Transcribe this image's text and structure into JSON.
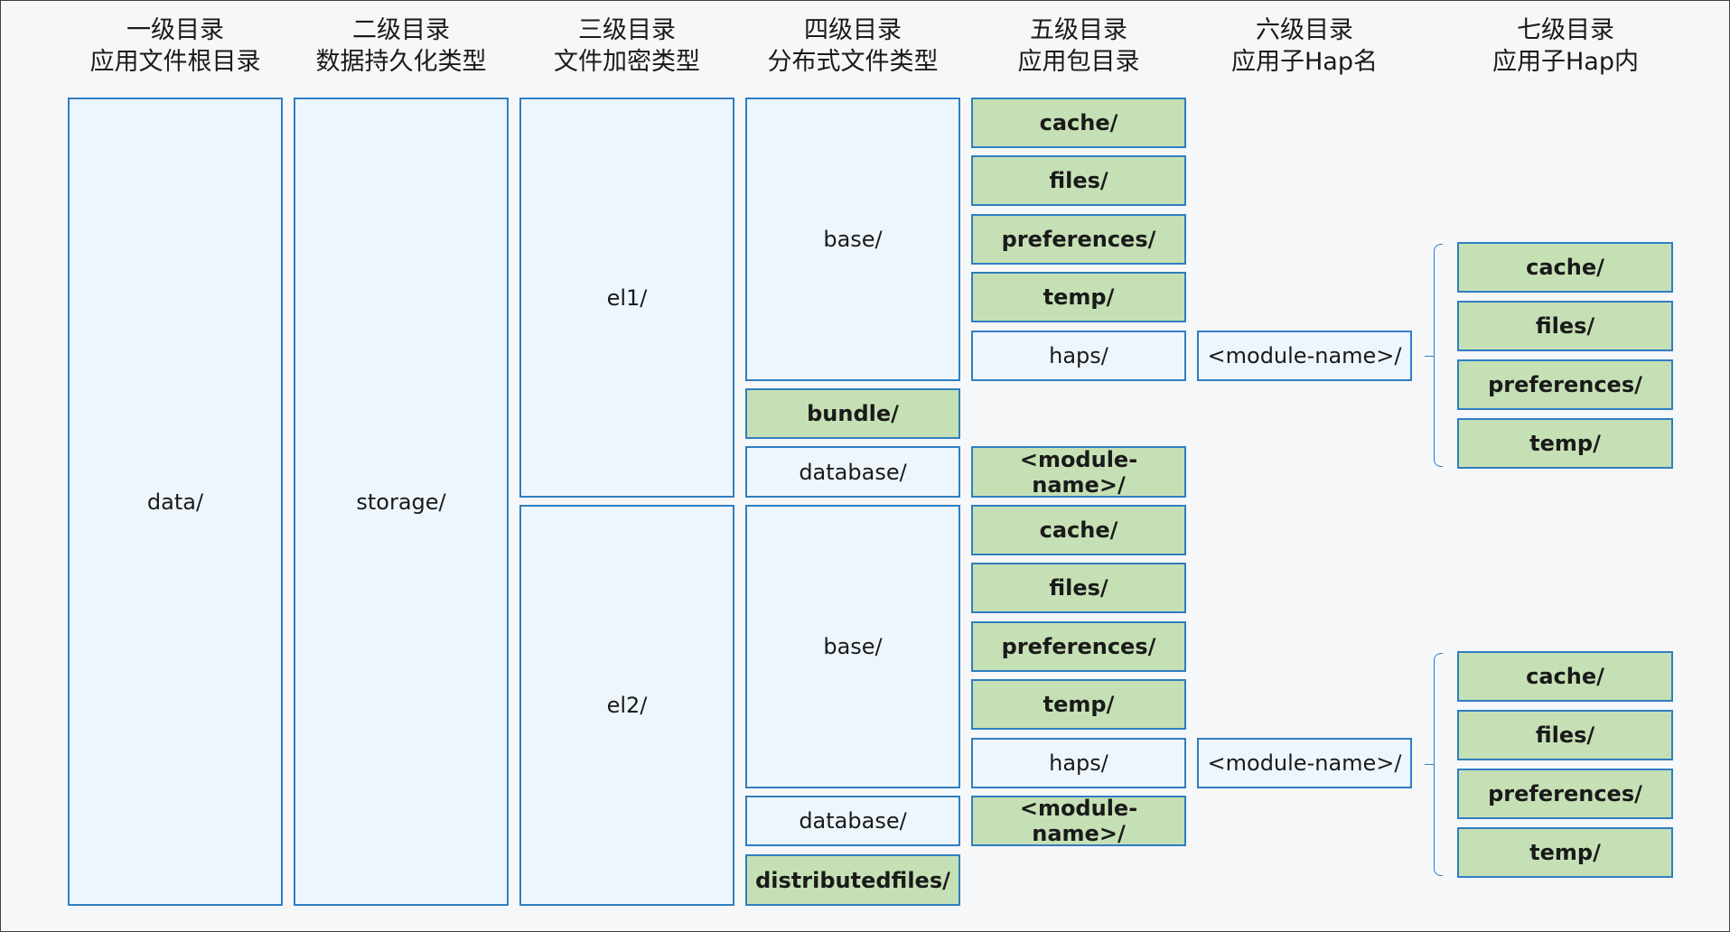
{
  "headers": [
    {
      "line1": "一级目录",
      "line2": "应用文件根目录"
    },
    {
      "line1": "二级目录",
      "line2": "数据持久化类型"
    },
    {
      "line1": "三级目录",
      "line2": "文件加密类型"
    },
    {
      "line1": "四级目录",
      "line2": "分布式文件类型"
    },
    {
      "line1": "五级目录",
      "line2": "应用包目录"
    },
    {
      "line1": "六级目录",
      "line2": "应用子Hap名"
    },
    {
      "line1": "七级目录",
      "line2": "应用子Hap内"
    }
  ],
  "level1": {
    "data": "data/"
  },
  "level2": {
    "storage": "storage/"
  },
  "level3": {
    "el1": "el1/",
    "el2": "el2/"
  },
  "level4": {
    "el1_base": "base/",
    "el1_bundle": "bundle/",
    "el1_database": "database/",
    "el2_base": "base/",
    "el2_database": "database/",
    "el2_distributedfiles": "distributedfiles/"
  },
  "level5": {
    "el1_base": [
      "cache/",
      "files/",
      "preferences/",
      "temp/",
      "haps/"
    ],
    "el1_database_module": "<module-name>/",
    "el2_base": [
      "cache/",
      "files/",
      "preferences/",
      "temp/",
      "haps/"
    ],
    "el2_database_module": "<module-name>/"
  },
  "level6": {
    "el1_module": "<module-name>/",
    "el2_module": "<module-name>/"
  },
  "level7": {
    "el1": [
      "cache/",
      "files/",
      "preferences/",
      "temp/"
    ],
    "el2": [
      "cache/",
      "files/",
      "preferences/",
      "temp/"
    ]
  },
  "colors": {
    "border": "#2f7ec2",
    "plain_fill": "#eef6fd",
    "highlight_fill": "#c6e0b5"
  }
}
